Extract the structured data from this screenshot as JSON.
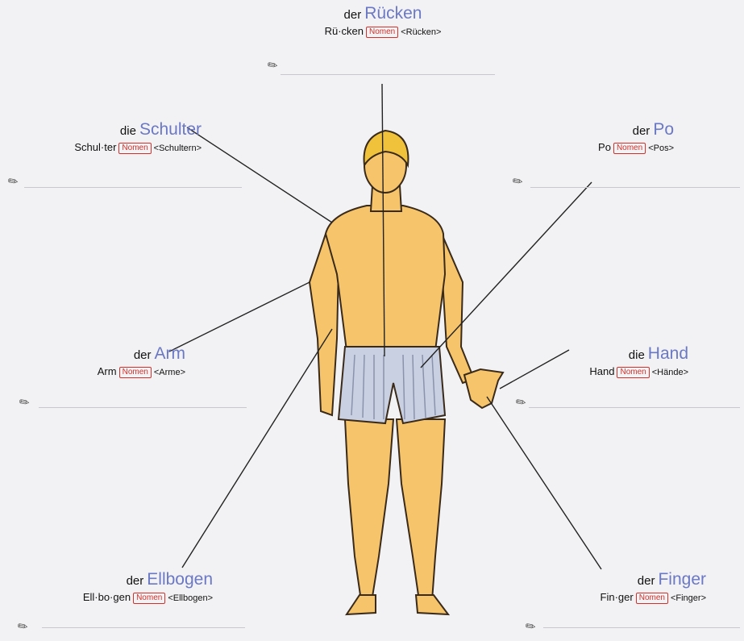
{
  "labels": {
    "ruecken": {
      "article": "der",
      "noun": "Rücken",
      "syllables": "Rü·cken",
      "tag": "Nomen",
      "plural": "<Rücken>"
    },
    "schulter": {
      "article": "die",
      "noun": "Schulter",
      "syllables": "Schul·ter",
      "tag": "Nomen",
      "plural": "<Schultern>"
    },
    "po": {
      "article": "der",
      "noun": "Po",
      "syllables": "Po",
      "tag": "Nomen",
      "plural": "<Pos>"
    },
    "arm": {
      "article": "der",
      "noun": "Arm",
      "syllables": "Arm",
      "tag": "Nomen",
      "plural": "<Arme>"
    },
    "hand": {
      "article": "die",
      "noun": "Hand",
      "syllables": "Hand",
      "tag": "Nomen",
      "plural": "<Hände>"
    },
    "ellbogen": {
      "article": "der",
      "noun": "Ellbogen",
      "syllables": "Ell·bo·gen",
      "tag": "Nomen",
      "plural": "<Ellbogen>"
    },
    "finger": {
      "article": "der",
      "noun": "Finger",
      "syllables": "Fin·ger",
      "tag": "Nomen",
      "plural": "<Finger>"
    }
  },
  "icons": {
    "pencil": "pencil-icon",
    "pencil_glyph": "✎"
  },
  "colors": {
    "noun": "#6b78c4",
    "badge": "#d2322b",
    "skin": "#f6c46a",
    "hair": "#f0c23c",
    "shorts": "#c9d0e2",
    "background": "#f2f2f4"
  }
}
